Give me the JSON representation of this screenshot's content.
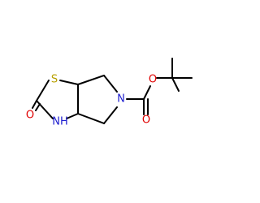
{
  "atoms": {
    "sulfur": "S",
    "ring_oxygen_ketone": "O",
    "amide_nitrogen": "NH",
    "pyrrolidine_nitrogen": "N",
    "ester_oxygen": "O",
    "carbonyl_oxygen": "O"
  },
  "colors": {
    "sulfur": "#b8a000",
    "oxygen": "#e00000",
    "nitrogen": "#2020d0",
    "bond": "#000000",
    "background": "#ffffff"
  }
}
